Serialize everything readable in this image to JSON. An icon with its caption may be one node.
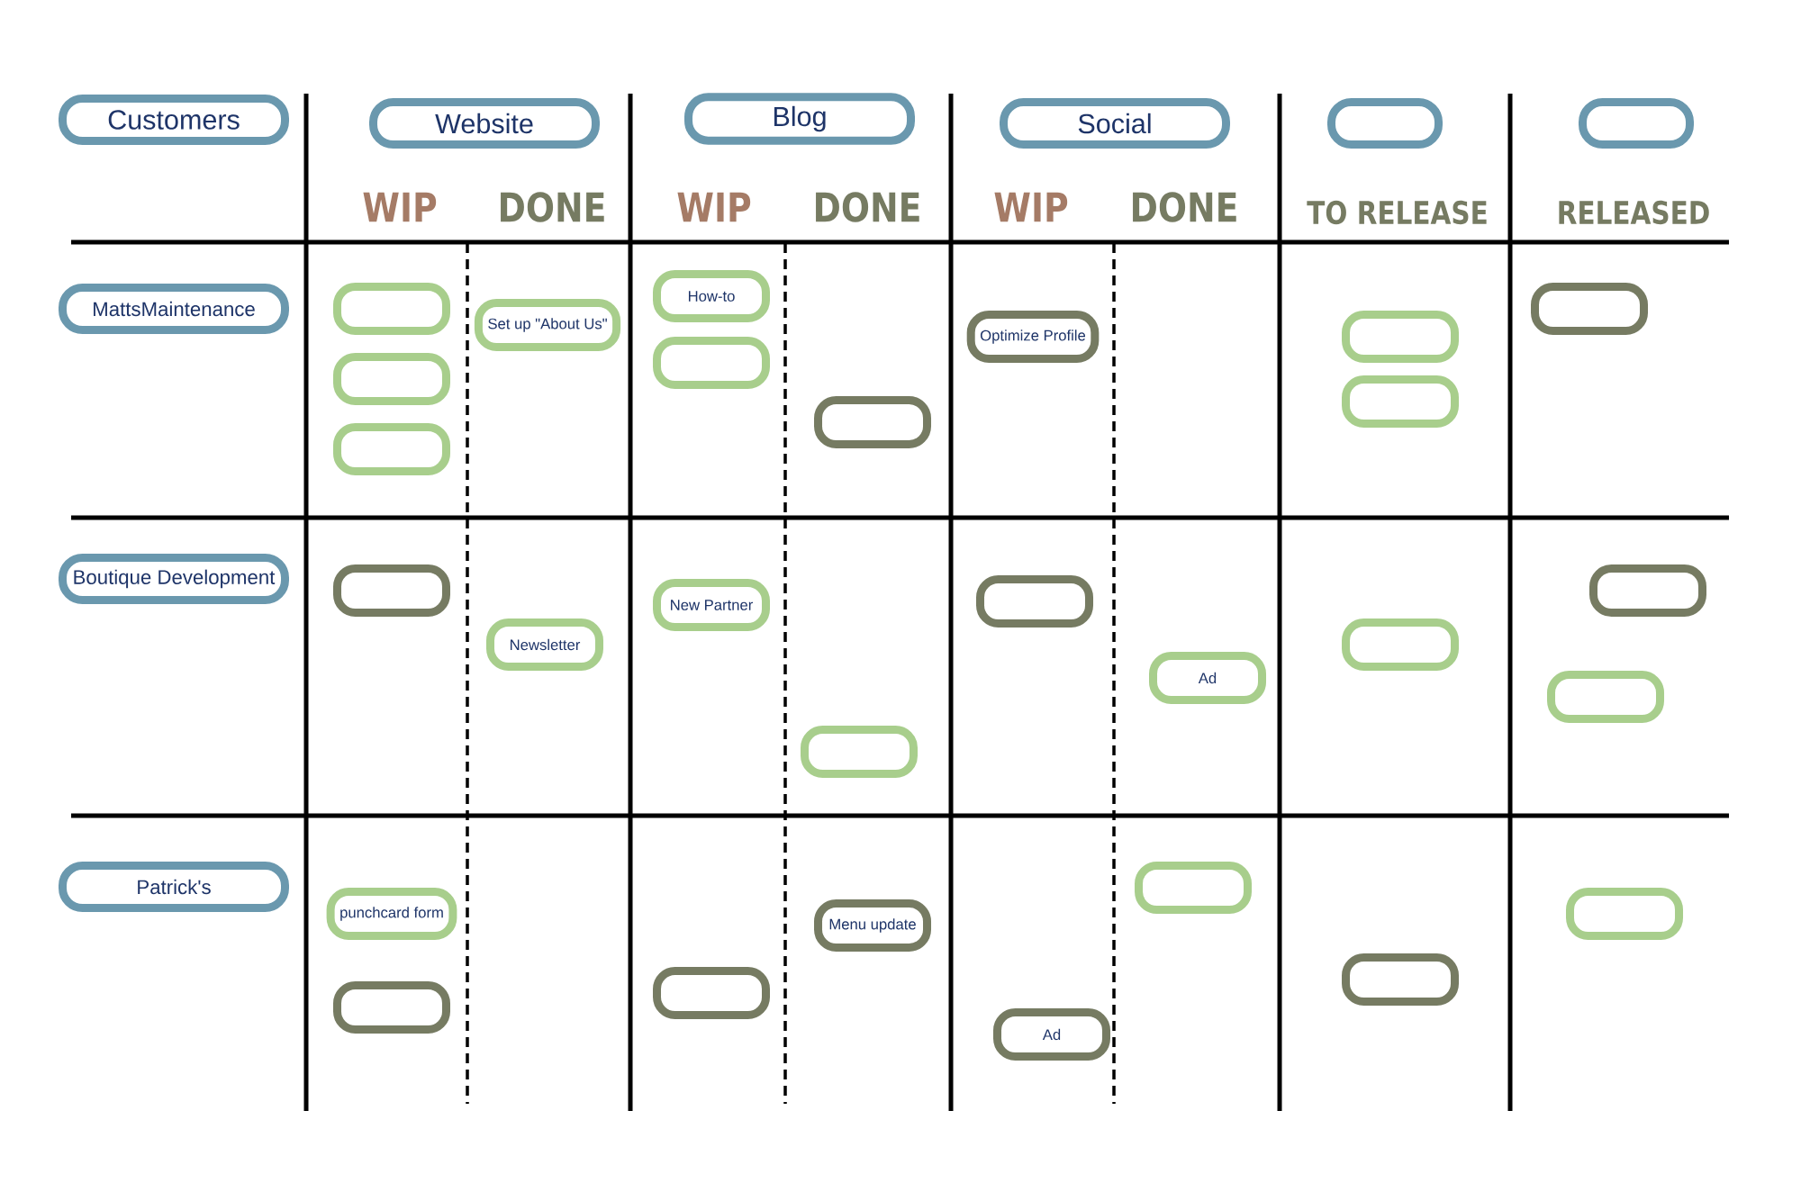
{
  "diagram": {
    "nodes": [
      {
        "text": [
          "Customers"
        ]
      },
      {
        "text": [
          "Website"
        ]
      },
      {
        "text": [
          "Blog"
        ]
      },
      {
        "text": [
          "Social"
        ]
      },
      {
        "text": [],
        "shape": "box"
      },
      {
        "text": [],
        "shape": "box"
      },
      {
        "text": [
          "MattsMaintenance"
        ]
      },
      {
        "text": [],
        "shape": "box"
      },
      {
        "text": [],
        "shape": "box"
      },
      {
        "text": [],
        "shape": "box"
      },
      {
        "text": [
          "Set up \"About Us\""
        ]
      },
      {
        "text": [
          "How-to"
        ]
      },
      {
        "text": [],
        "shape": "box"
      },
      {
        "text": [],
        "shape": "box"
      },
      {
        "text": [
          "Optimize Profile"
        ]
      },
      {
        "text": [],
        "shape": "box"
      },
      {
        "text": [],
        "shape": "box"
      },
      {
        "text": [],
        "shape": "box"
      },
      {
        "text": [
          "Boutique Development"
        ]
      },
      {
        "text": [],
        "shape": "box"
      },
      {
        "text": [
          "Newsletter"
        ]
      },
      {
        "text": [
          "New Partner"
        ]
      },
      {
        "text": [],
        "shape": "box"
      },
      {
        "text": [],
        "shape": "box"
      },
      {
        "text": [
          "Ad"
        ]
      },
      {
        "text": [],
        "shape": "box"
      },
      {
        "text": [],
        "shape": "box"
      },
      {
        "text": [],
        "shape": "box"
      },
      {
        "text": [
          "Patrick's"
        ]
      },
      {
        "text": [
          "punchcard form"
        ]
      },
      {
        "text": [],
        "shape": "box"
      },
      {
        "text": [],
        "shape": "box"
      },
      {
        "text": [
          "Menu update"
        ]
      },
      {
        "text": [
          "Ad"
        ]
      },
      {
        "text": [],
        "shape": "box"
      },
      {
        "text": [],
        "shape": "box"
      },
      {
        "text": [],
        "shape": "box"
      }
    ],
    "labels": [
      "WIP",
      "DONE",
      "WIP",
      "DONE",
      "WIP",
      "DONE",
      "TO RELEASE",
      "RELEASED"
    ]
  }
}
